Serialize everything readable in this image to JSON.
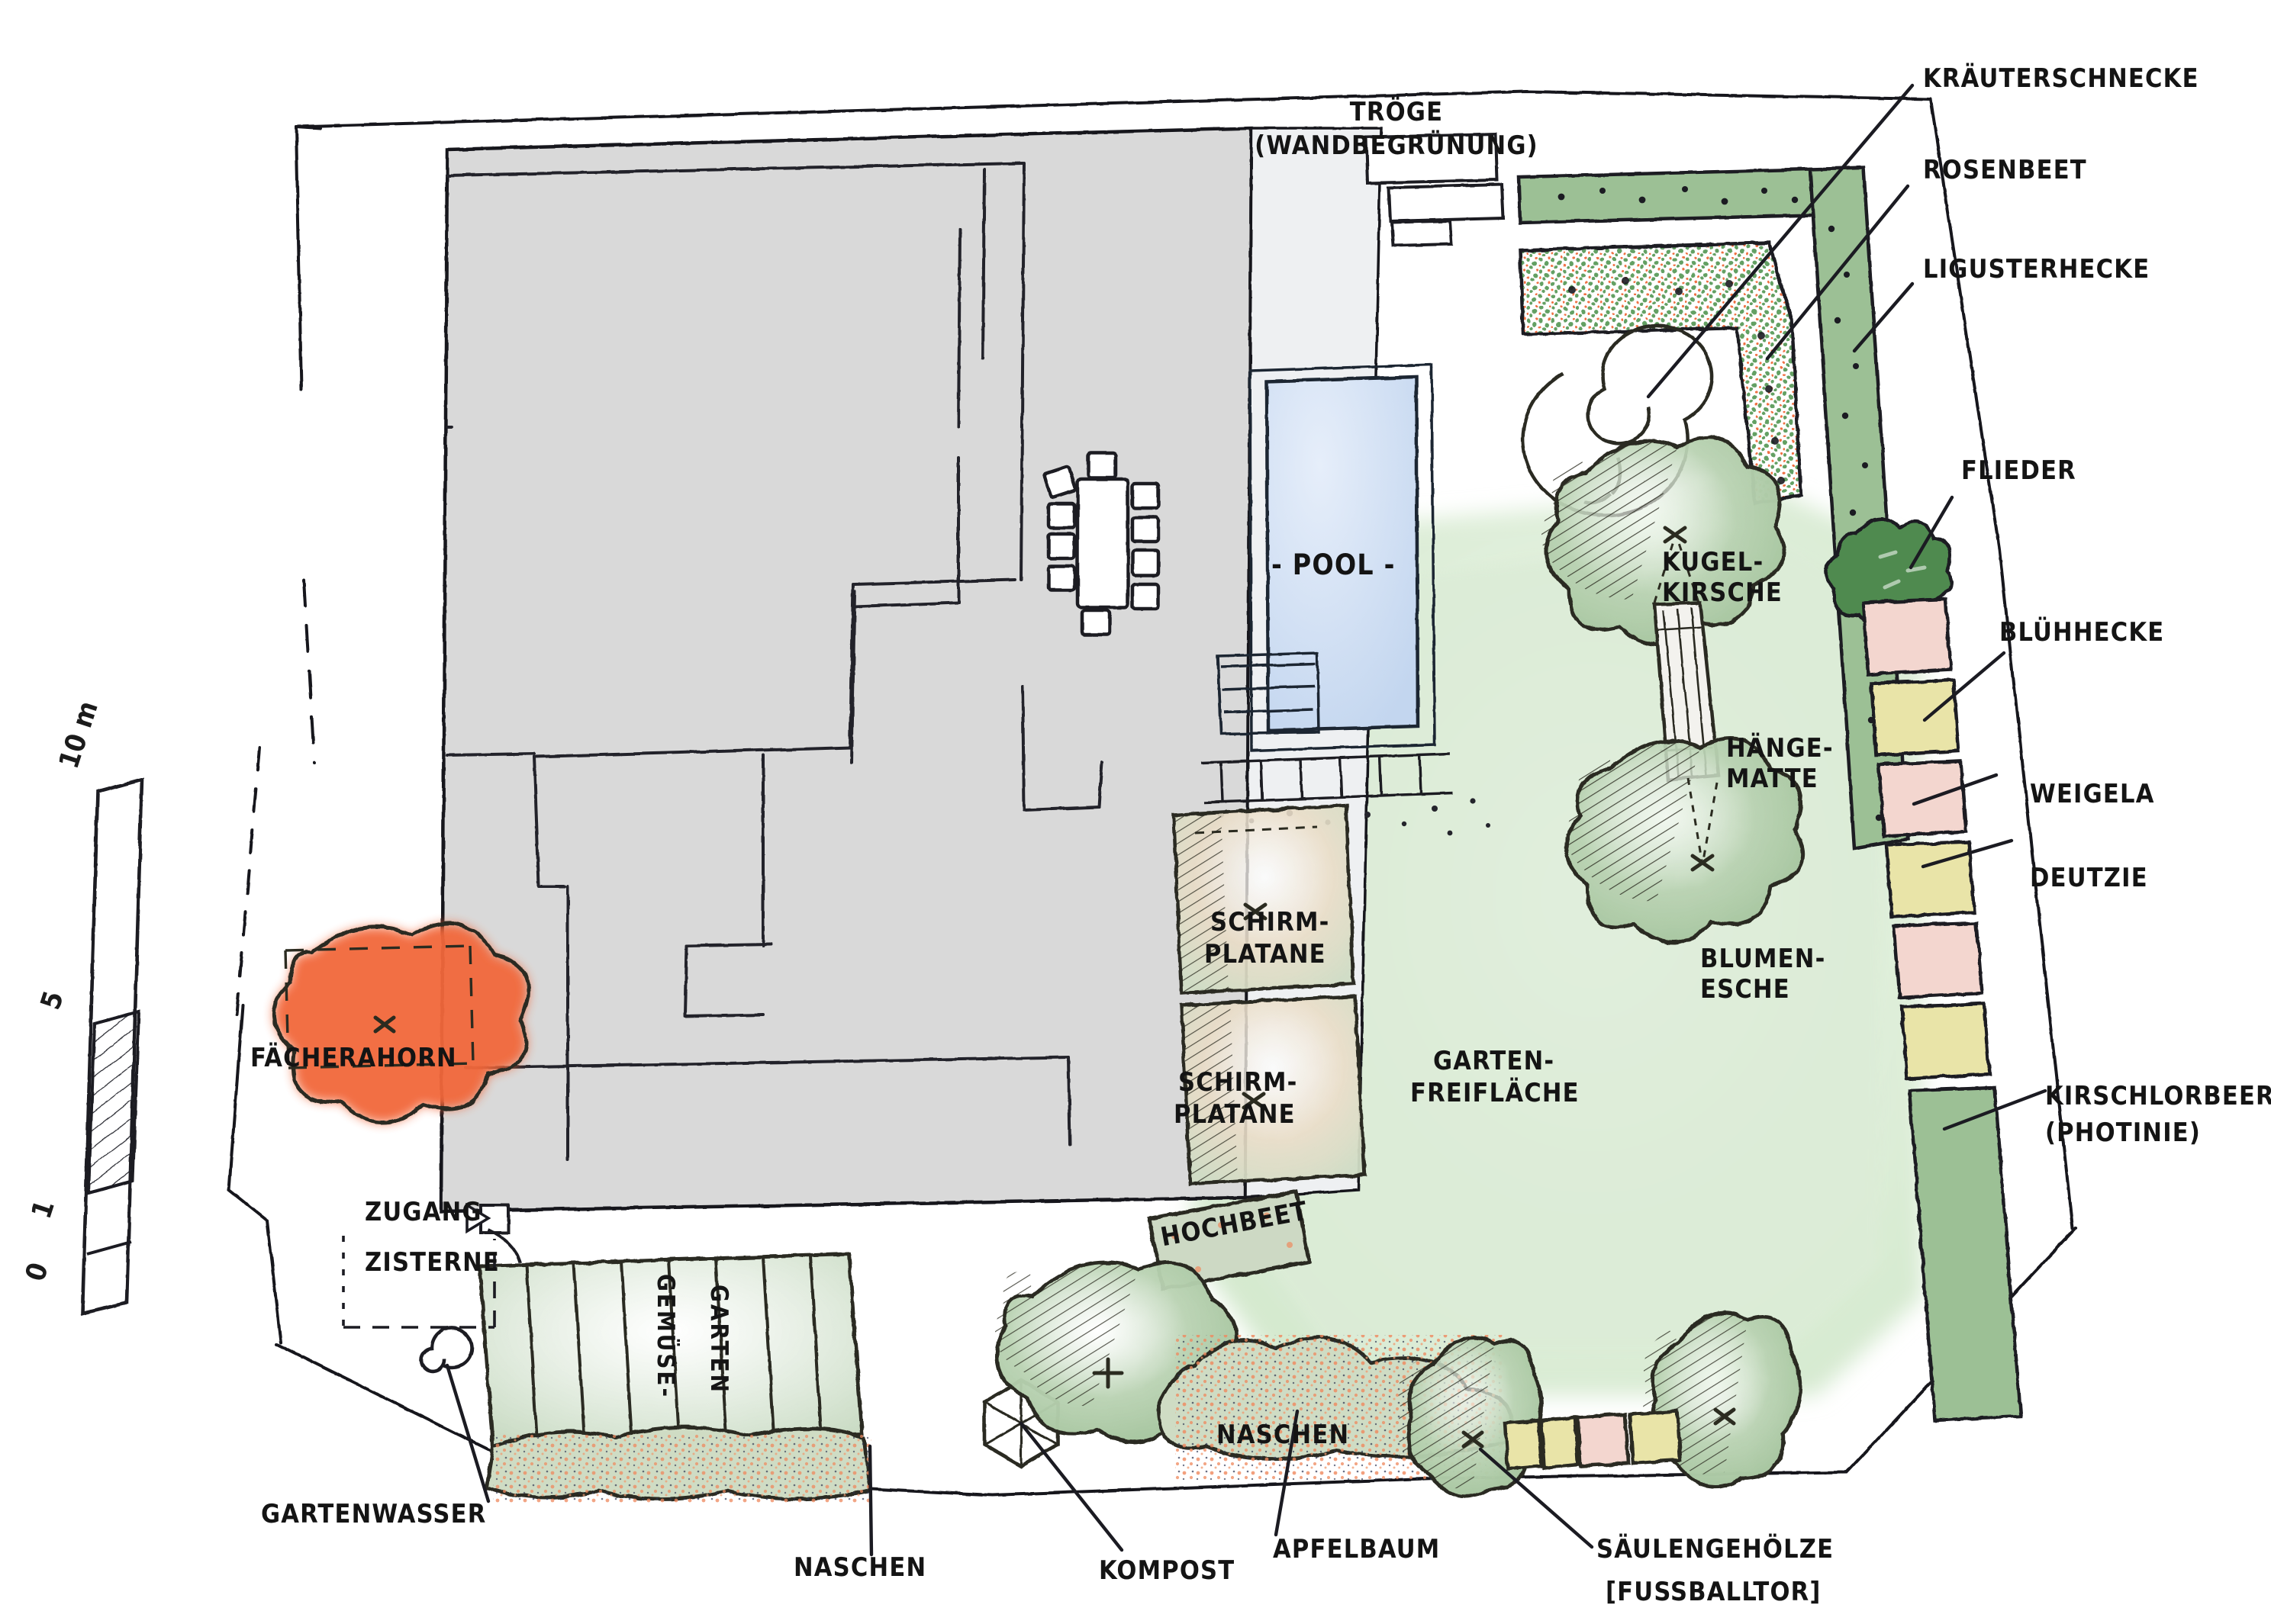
{
  "plan": {
    "type": "hand-drawn garden design site plan",
    "scale_bar": {
      "ticks": [
        "0",
        "1",
        "5",
        "10 m"
      ]
    }
  },
  "labels": {
    "troege": "TRÖGE",
    "troege_sub": "(WANDBEGRÜNUNG)",
    "kraeuterschnecke": "KRÄUTERSCHNECKE",
    "rosenbeet": "ROSENBEET",
    "ligusterhecke": "LIGUSTERHECKE",
    "flieder": "FLIEDER",
    "bluehhecke": "BLÜHHECKE",
    "weigela": "WEIGELA",
    "deutzie": "DEUTZIE",
    "kirschlorbeer": "KIRSCHLORBEER",
    "kirschlorbeer_sub": "(PHOTINIE)",
    "pool": "- POOL -",
    "kugelkirsche_l1": "KUGEL-",
    "kugelkirsche_l2": "KIRSCHE",
    "haengematte_l1": "HÄNGE-",
    "haengematte_l2": "MATTE",
    "blumenesche_l1": "BLUMEN-",
    "blumenesche_l2": "ESCHE",
    "gartenfreiflaeche_l1": "GARTEN-",
    "gartenfreiflaeche_l2": "FREIFLÄCHE",
    "schirmplatane_a_l1": "SCHIRM-",
    "schirmplatane_a_l2": "PLATANE",
    "schirmplatane_b_l1": "SCHIRM-",
    "schirmplatane_b_l2": "PLATANE",
    "hochbeet": "HOCHBEET",
    "gemuesegarten_l1": "GEMÜSE-",
    "gemuesegarten_l2": "GARTEN",
    "faecherahorn": "FÄCHERAHORN",
    "zugang": "ZUGANG",
    "zisterne": "ZISTERNE",
    "gartenwasser": "GARTENWASSER",
    "naschen_bottom": "NASCHEN",
    "naschen_mid": "NASCHEN",
    "kompost": "KOMPOST",
    "apfelbaum": "APFELBAUM",
    "saeulengehoelze": "SÄULENGEHÖLZE",
    "saeulengehoelze_sub": "[FUSSBALLTOR]"
  },
  "colors": {
    "ink": "#15161c",
    "house_fill": "#d9d9d9",
    "terrace_fill": "#ededf0",
    "pool_fill": "#ccdcf0",
    "lawn_green": "#dcecd7",
    "hedge_green": "#9cc095",
    "dark_green": "#4f8a4f",
    "bloom_pink": "#f3d6cf",
    "bloom_yellow": "#e9e4a8",
    "maple_orange": "#f2673a",
    "bed_sand": "#e8d9c6",
    "accent_orange": "#ef8a5f"
  }
}
